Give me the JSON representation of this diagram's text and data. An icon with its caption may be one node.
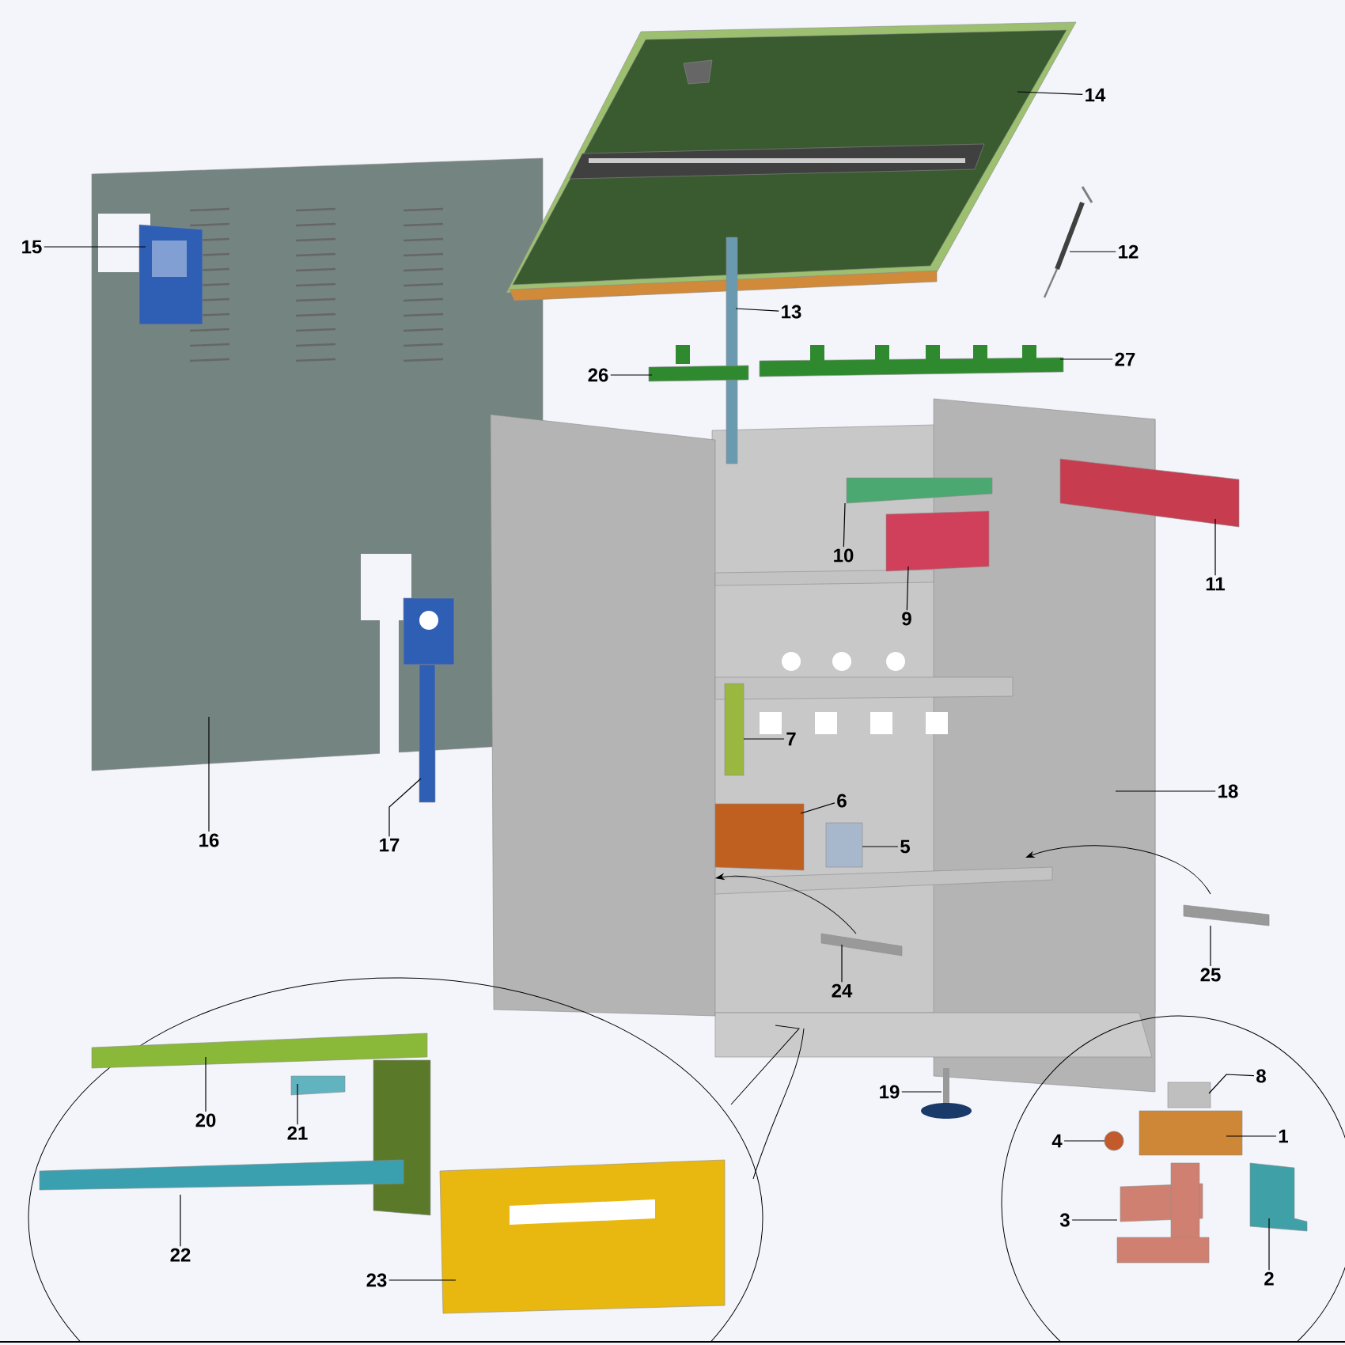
{
  "diagram": {
    "nodes": [
      {
        "text": [
          "14"
        ]
      },
      {
        "text": [
          "12"
        ]
      },
      {
        "text": [
          "15"
        ]
      },
      {
        "text": [
          "13"
        ]
      },
      {
        "text": [
          "26"
        ]
      },
      {
        "text": [
          "27"
        ]
      },
      {
        "text": [
          "10"
        ]
      },
      {
        "text": [
          "11"
        ]
      },
      {
        "text": [
          "9"
        ]
      },
      {
        "text": [
          "7"
        ]
      },
      {
        "text": [
          "18"
        ]
      },
      {
        "text": [
          "6"
        ]
      },
      {
        "text": [
          "5"
        ]
      },
      {
        "text": [
          "16"
        ]
      },
      {
        "text": [
          "17"
        ]
      },
      {
        "text": [
          "24"
        ]
      },
      {
        "text": [
          "25"
        ]
      },
      {
        "text": [
          "19"
        ]
      },
      {
        "text": [
          "8"
        ]
      },
      {
        "text": [
          "20"
        ]
      },
      {
        "text": [
          "21"
        ]
      },
      {
        "text": [
          "1"
        ]
      },
      {
        "text": [
          "4"
        ]
      },
      {
        "text": [
          "3"
        ]
      },
      {
        "text": [
          "22"
        ]
      },
      {
        "text": [
          "2"
        ]
      },
      {
        "text": [
          "23"
        ]
      }
    ],
    "edges": [
      {
        "from": 0,
        "to": null,
        "arrow": "none"
      },
      {
        "from": 1,
        "to": null,
        "arrow": "none"
      },
      {
        "from": 2,
        "to": null,
        "arrow": "none"
      },
      {
        "from": 3,
        "to": null,
        "arrow": "none"
      },
      {
        "from": 4,
        "to": null,
        "arrow": "none"
      },
      {
        "from": 5,
        "to": null,
        "arrow": "none"
      },
      {
        "from": 6,
        "to": null,
        "arrow": "none"
      },
      {
        "from": 7,
        "to": null,
        "arrow": "none"
      },
      {
        "from": 8,
        "to": null,
        "arrow": "none"
      },
      {
        "from": 9,
        "to": null,
        "arrow": "none"
      },
      {
        "from": 10,
        "to": null,
        "arrow": "none"
      },
      {
        "from": 11,
        "to": null,
        "arrow": "none"
      },
      {
        "from": 12,
        "to": null,
        "arrow": "none"
      },
      {
        "from": 13,
        "to": null,
        "arrow": "none"
      },
      {
        "from": 14,
        "to": null,
        "arrow": "none"
      },
      {
        "from": 15,
        "to": null,
        "arrow": "none"
      },
      {
        "from": 16,
        "to": null,
        "arrow": "none"
      },
      {
        "from": 17,
        "to": null,
        "arrow": "none"
      },
      {
        "from": 18,
        "to": null,
        "arrow": "none"
      },
      {
        "from": 19,
        "to": null,
        "arrow": "none"
      },
      {
        "from": 20,
        "to": null,
        "arrow": "none"
      },
      {
        "from": 21,
        "to": null,
        "arrow": "none"
      },
      {
        "from": 22,
        "to": null,
        "arrow": "none"
      },
      {
        "from": 23,
        "to": null,
        "arrow": "none"
      },
      {
        "from": 24,
        "to": null,
        "arrow": "none"
      },
      {
        "from": 25,
        "to": null,
        "arrow": "none"
      },
      {
        "from": 26,
        "to": null,
        "arrow": "none"
      }
    ]
  }
}
